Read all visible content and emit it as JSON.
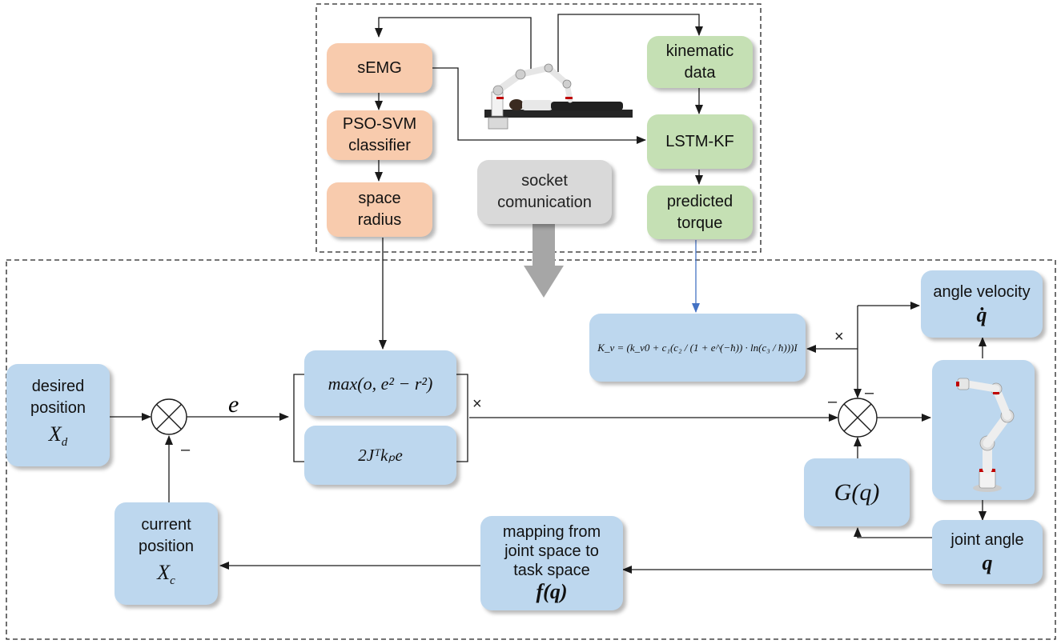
{
  "colors": {
    "orange": "#f8cbad",
    "green": "#c5e0b4",
    "blue": "#bdd7ee",
    "gray": "#d9d9d9",
    "arrow": "#1a1a1a",
    "torque_link": "#4472c4"
  },
  "top_panel": {
    "semg": "sEMG",
    "classifier_line1": "PSO-SVM",
    "classifier_line2": "classifier",
    "radius_line1": "space",
    "radius_line2": "radius",
    "kinematic_line1": "kinematic",
    "kinematic_line2": "data",
    "lstm": "LSTM-KF",
    "torque_line1": "predicted",
    "torque_line2": "torque",
    "socket_line1": "socket",
    "socket_line2": "comunication"
  },
  "control_loop": {
    "desired_line1": "desired",
    "desired_line2": "position",
    "desired_symbol": "X",
    "desired_sub": "d",
    "current_line1": "current",
    "current_line2": "position",
    "current_symbol": "X",
    "current_sub": "c",
    "error_symbol": "e",
    "barrier_formula": "max(o, e² − r²)",
    "gradient_formula": "2Jᵀkₚe",
    "kv_formula": "K_v = (k_v0 + c₁(c₂ / (1 + e^(−ħ)) · ln(c₃ / ħ)))I",
    "gravity": "G(q)",
    "velocity_label": "angle velocity",
    "velocity_symbol": "q̇",
    "joint_label": "joint angle",
    "joint_symbol": "q",
    "mapping_line1": "mapping from",
    "mapping_line2": "joint space to",
    "mapping_line3": "task space",
    "mapping_symbol": "f(q)",
    "times_sign": "×",
    "minus_sign": "–"
  },
  "icons": [
    "summing-junction-icon",
    "multiply-icon",
    "robot-arm-icon",
    "patient-with-robot-icon",
    "down-arrow-icon"
  ]
}
